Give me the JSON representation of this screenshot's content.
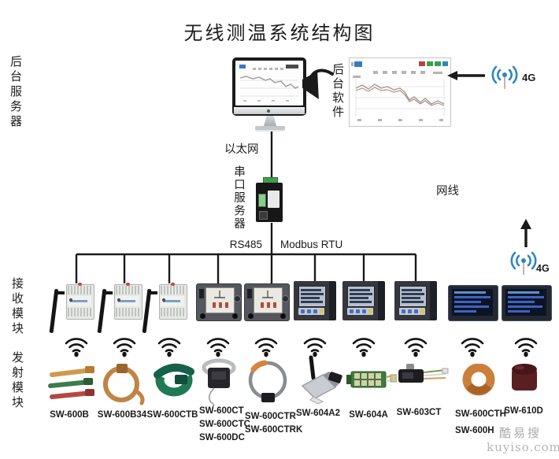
{
  "title": "无线测温系统结构图",
  "side_labels": {
    "backend_server": "后台服务器",
    "receiver_module": "接收模块",
    "transmitter_module": "发射模块"
  },
  "network": {
    "backend_software": "后台软件",
    "ethernet": "以太网",
    "serial_server": "串口服务器",
    "network_cable": "网线",
    "rs485": "RS485",
    "modbus": "Modbus RTU",
    "g4_top": "4G",
    "g4_right": "4G"
  },
  "colors": {
    "g4_blue": "#2e86c1",
    "line_black": "#1a1a1a"
  },
  "sensors": [
    {
      "labels": [
        "SW-600B"
      ]
    },
    {
      "labels": [
        "SW-600B34"
      ]
    },
    {
      "labels": [
        "SW-600CTB"
      ]
    },
    {
      "labels": [
        "SW-600CT",
        "SW-600CTC",
        "SW-600DC"
      ]
    },
    {
      "labels": [
        "SW-600CTR",
        "SW-600CTRK"
      ]
    },
    {
      "labels": [
        "SW-604A2"
      ]
    },
    {
      "labels": [
        "SW-604A"
      ]
    },
    {
      "labels": [
        "SW-603CT"
      ]
    },
    {
      "labels": [
        "SW-600CTH",
        "SW-600H"
      ]
    },
    {
      "labels": [
        "SW-610D"
      ]
    }
  ],
  "watermark": {
    "name": "酷易搜",
    "site": "kuyiso.com"
  }
}
